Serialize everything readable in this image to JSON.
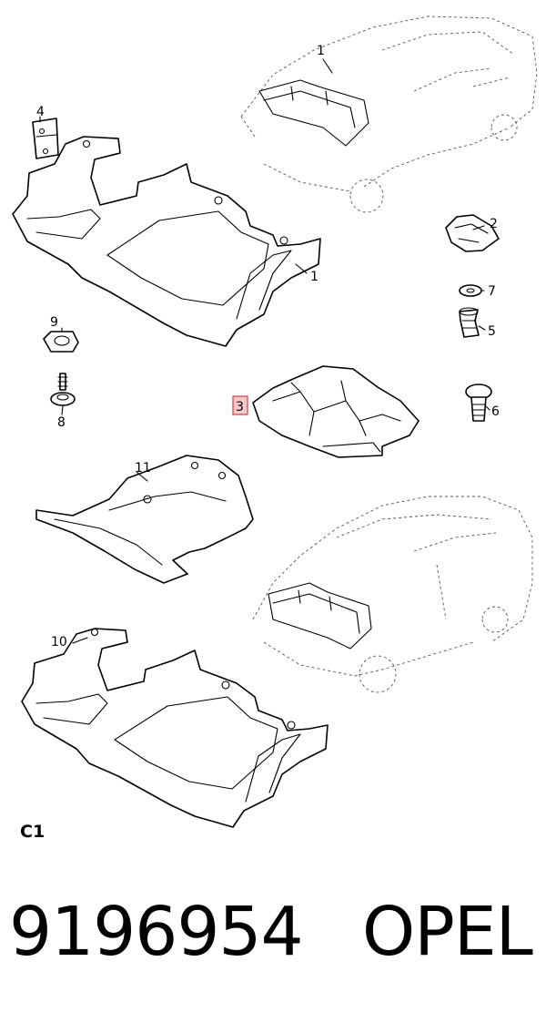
{
  "callouts": {
    "c1": "1",
    "c2": "2",
    "c3": "3",
    "c4": "4",
    "c5": "5",
    "c6": "6",
    "c7": "7",
    "c8": "8",
    "c9": "9",
    "c10": "10",
    "c11": "11"
  },
  "highlight_color": "#d04040",
  "page_code": "C1",
  "footer": {
    "part_number": "9196954",
    "brand": "OPEL"
  }
}
